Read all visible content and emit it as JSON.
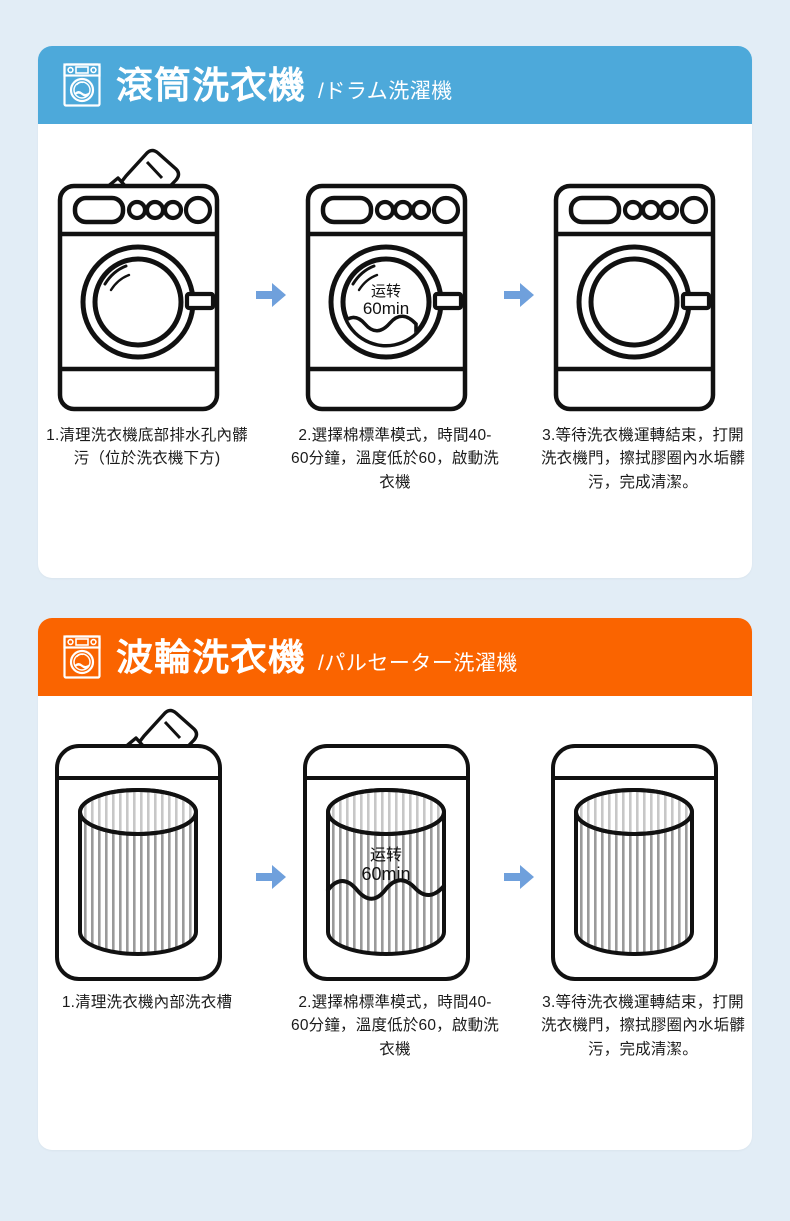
{
  "page": {
    "background_color": "#e2edf6",
    "card_background": "#ffffff"
  },
  "sections": [
    {
      "id": "drum-washer",
      "header": {
        "title": "滾筒洗衣機",
        "subtitle": "/ドラム洗濯機",
        "background_color": "#4da9da",
        "icon": "washing-machine-icon"
      },
      "arrow_color": "#6fa0dc",
      "steps": [
        {
          "index": "1",
          "illustration": "front-load-washer-with-spray-bottle",
          "drum_label_line1": "",
          "drum_label_line2": "",
          "caption": "1.清理洗衣機底部排水孔內髒污（位於洗衣機下方)"
        },
        {
          "index": "2",
          "illustration": "front-load-washer-running",
          "drum_label_line1": "运转",
          "drum_label_line2": "60min",
          "caption": "2.選擇棉標準模式，時間40-60分鐘，溫度低於60，啟動洗衣機"
        },
        {
          "index": "3",
          "illustration": "front-load-washer-finished",
          "drum_label_line1": "",
          "drum_label_line2": "",
          "caption": "3.等待洗衣機運轉結束，打開洗衣機門，擦拭膠圈內水垢髒污，完成清潔。"
        }
      ]
    },
    {
      "id": "pulsator-washer",
      "header": {
        "title": "波輪洗衣機",
        "subtitle": "/パルセーター洗濯機",
        "background_color": "#fa6400",
        "icon": "washing-machine-icon"
      },
      "arrow_color": "#6fa0dc",
      "steps": [
        {
          "index": "1",
          "illustration": "top-load-washer-with-spray-bottle",
          "drum_label_line1": "",
          "drum_label_line2": "",
          "caption": "1.清理洗衣機內部洗衣槽"
        },
        {
          "index": "2",
          "illustration": "top-load-washer-running",
          "drum_label_line1": "运转",
          "drum_label_line2": "60min",
          "caption": "2.選擇棉標準模式，時間40-60分鐘，溫度低於60，啟動洗衣機"
        },
        {
          "index": "3",
          "illustration": "top-load-washer-finished",
          "drum_label_line1": "",
          "drum_label_line2": "",
          "caption": "3.等待洗衣機運轉結束，打開洗衣機門，擦拭膠圈內水垢髒污，完成清潔。"
        }
      ]
    }
  ]
}
